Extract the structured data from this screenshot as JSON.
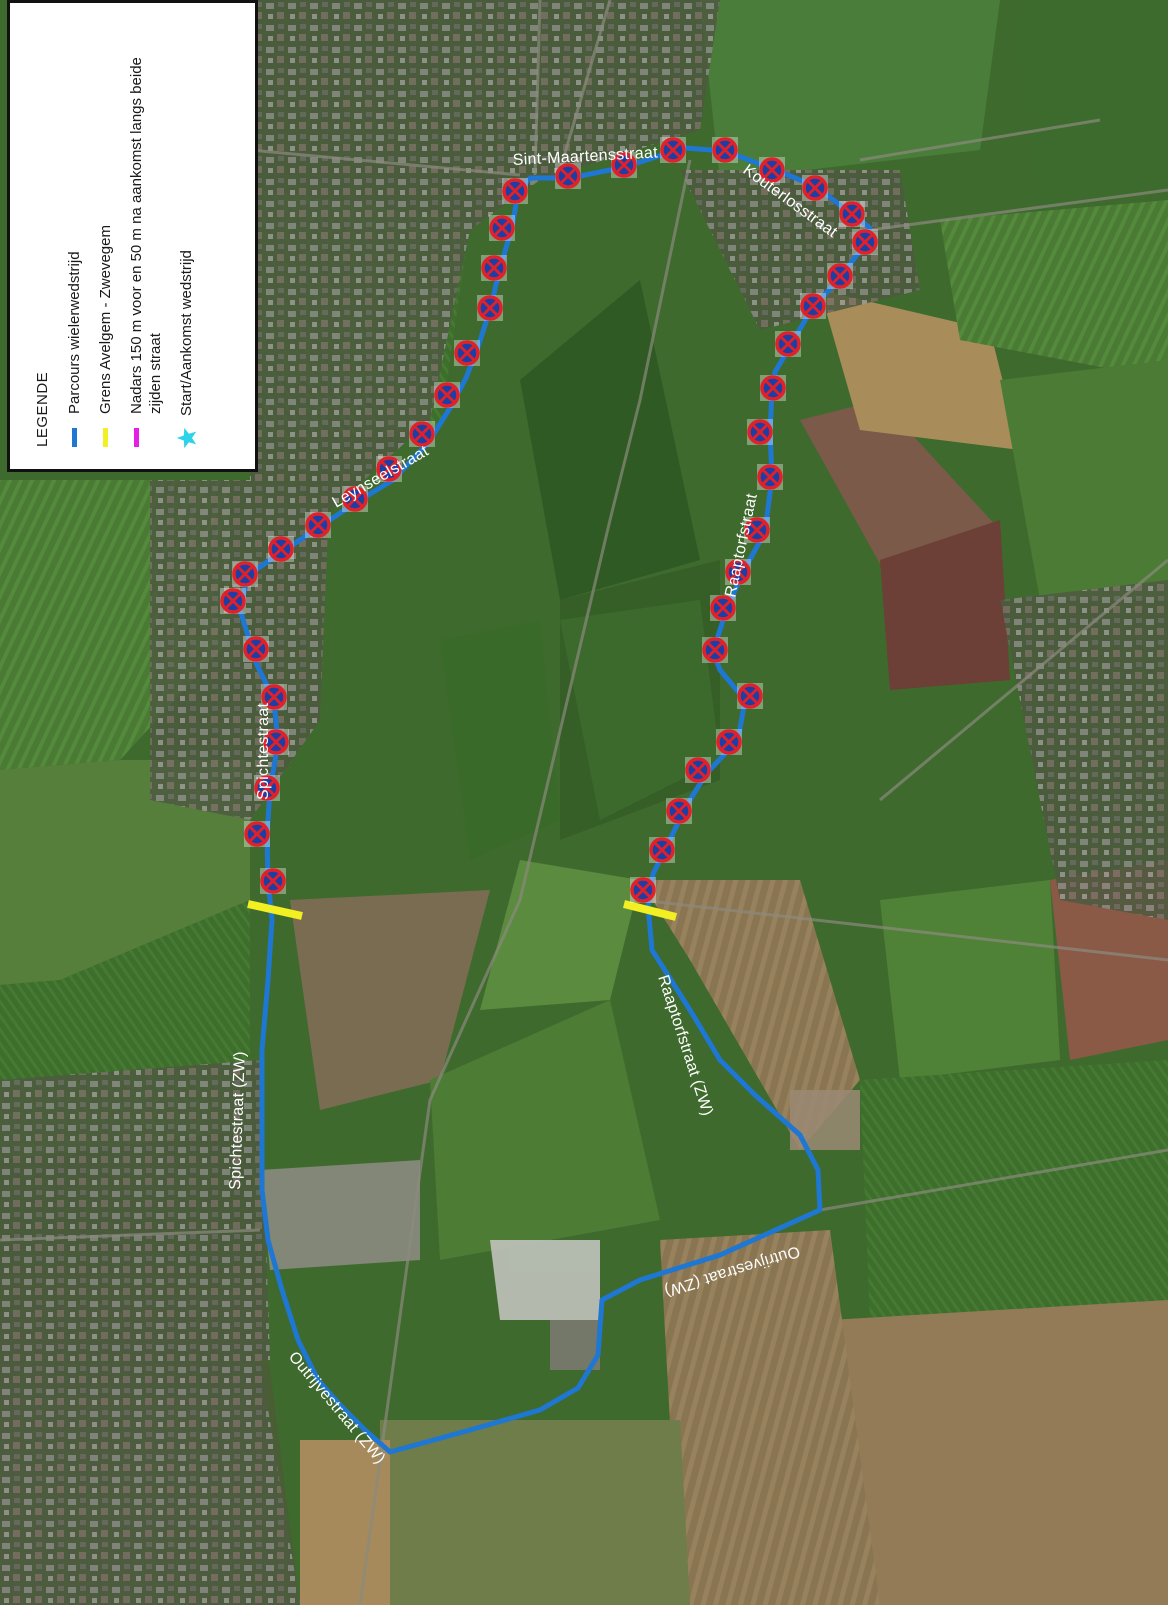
{
  "legend": {
    "title": "LEGENDE",
    "items": [
      {
        "label": "Parcours wielerwedstrijd",
        "color": "#1e77d2",
        "icon": "line-swatch"
      },
      {
        "label": "Grens Avelgem - Zwevegem",
        "color": "#f2ef22",
        "icon": "line-swatch"
      },
      {
        "label": "Nadars 150 m voor en 50 m na aankomst langs beide zijden straat",
        "color": "#e61ee6",
        "icon": "line-swatch"
      },
      {
        "label": "Start/Aankomst wedstrijd",
        "color": "#2ed3e8",
        "icon": "star-icon"
      }
    ]
  },
  "streets": {
    "sint_maartensstraat": "Sint-Maartensstraat",
    "kouterlosstraat": "Kouterlosstraat",
    "leynseelstraat": "Leynseelstraat",
    "raaptorfstraat": "Raaptorfstraat",
    "spichtestraat": "Spichtestraat",
    "spichtestraat_zw": "Spichtestraat (ZW)",
    "raaptorfstraat_zw": "Raaptorfstraat (ZW)",
    "outrijvestraat_zw_east": "Outrijvestraat (ZW)",
    "outrijvestraat_zw_west": "Outrijvestraat (ZW)"
  },
  "colors": {
    "route": "#1e77d2",
    "border": "#f2ef22",
    "no_parking_ring": "#e0212a",
    "no_parking_fill": "#1c3fa6"
  }
}
